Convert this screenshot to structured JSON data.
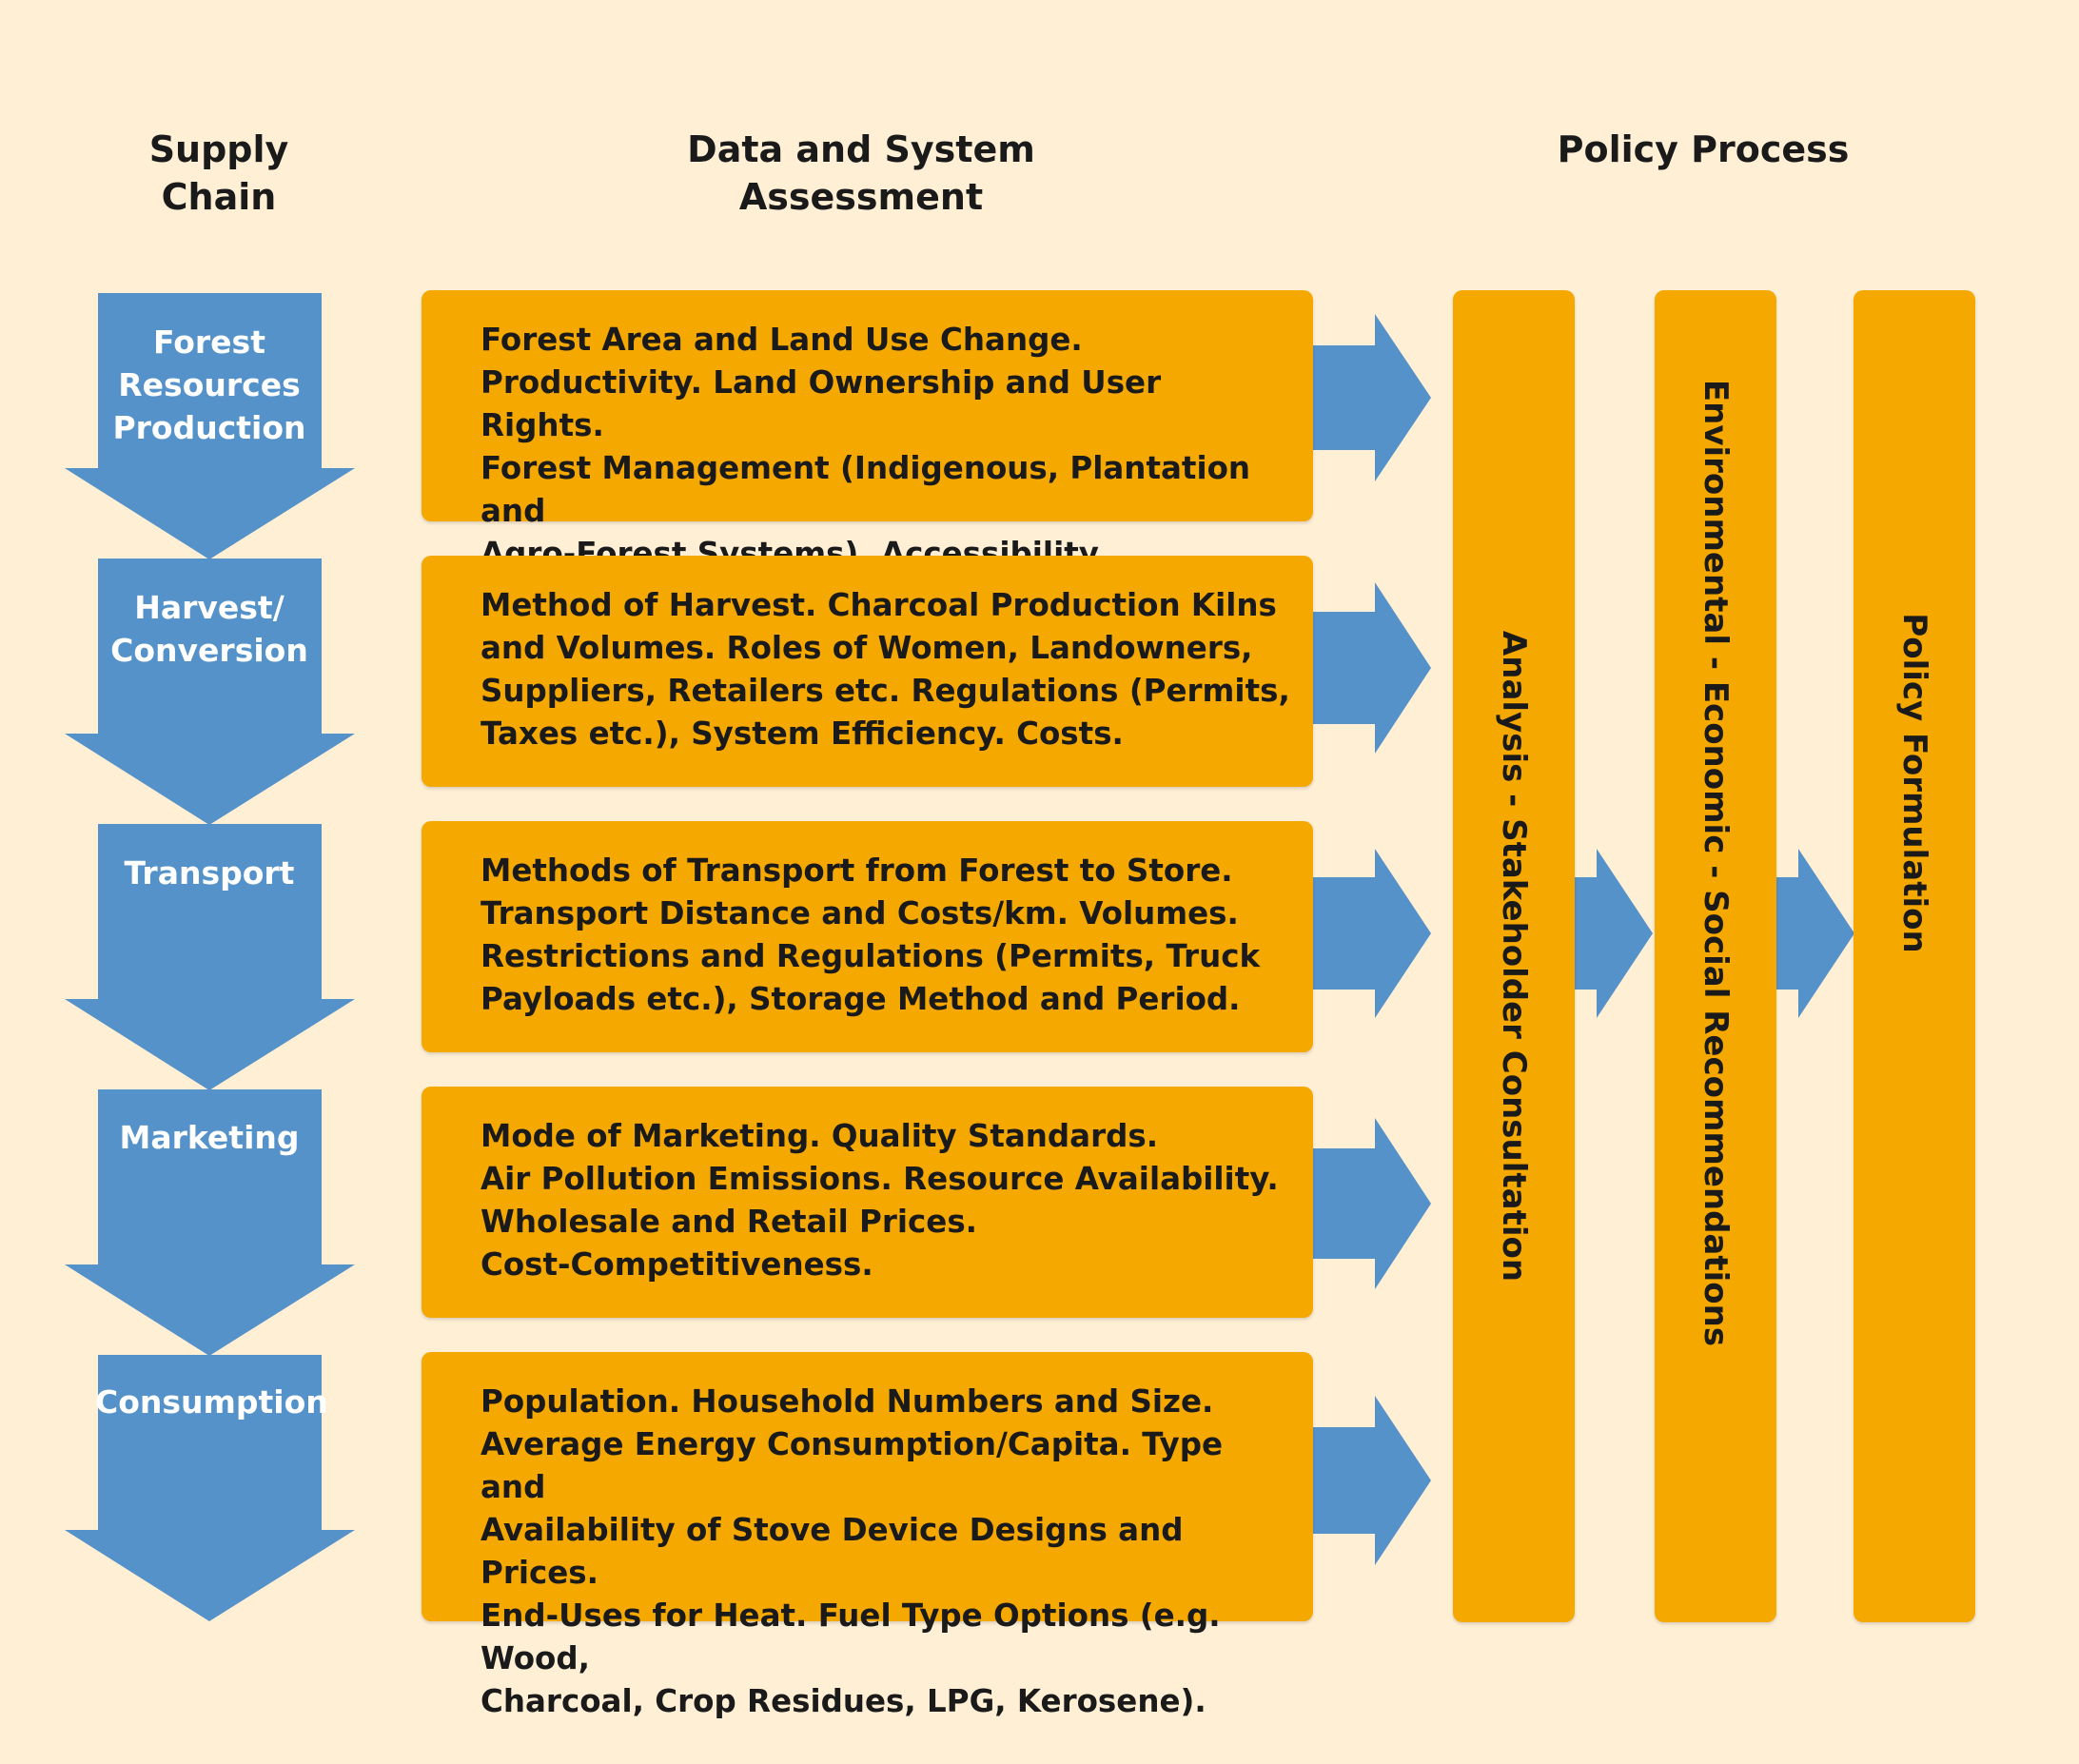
{
  "headers": {
    "supply_chain": "Supply\nChain",
    "data_assessment": "Data and System\nAssessment",
    "policy_process": "Policy Process"
  },
  "supply_chain": [
    {
      "label": "Forest\nResources\nProduction"
    },
    {
      "label": "Harvest/\nConversion"
    },
    {
      "label": "Transport"
    },
    {
      "label": "Marketing"
    },
    {
      "label": "Consumption"
    }
  ],
  "assessment": [
    {
      "text": "Forest Area and Land Use Change.\nProductivity. Land Ownership and User Rights.\nForest Management (Indigenous, Plantation and\nAgro-Forest Systems). Accessibility."
    },
    {
      "text": "Method of Harvest. Charcoal Production Kilns\nand Volumes. Roles of Women, Landowners,\nSuppliers, Retailers etc. Regulations (Permits,\nTaxes etc.), System Efficiency. Costs."
    },
    {
      "text": "Methods of Transport from Forest to Store.\nTransport Distance and Costs/km. Volumes.\nRestrictions and Regulations (Permits, Truck\nPayloads etc.), Storage Method and Period."
    },
    {
      "text": "Mode of Marketing. Quality Standards.\nAir Pollution Emissions. Resource Availability.\nWholesale and Retail Prices.\nCost-Competitiveness."
    },
    {
      "text": "Population. Household Numbers and Size.\nAverage Energy Consumption/Capita. Type and\nAvailability of Stove Device Designs and Prices.\nEnd-Uses for Heat. Fuel Type Options (e.g. Wood,\nCharcoal, Crop Residues, LPG, Kerosene)."
    }
  ],
  "policy": {
    "analysis": "Analysis - Stakeholder Consultation",
    "recommendations": "Environmental - Economic - Social Recommendations",
    "formulation": "Policy Formulation"
  },
  "colors": {
    "background": "#ffefd5",
    "arrow_blue": "#5592c9",
    "box_orange": "#f5a800"
  }
}
